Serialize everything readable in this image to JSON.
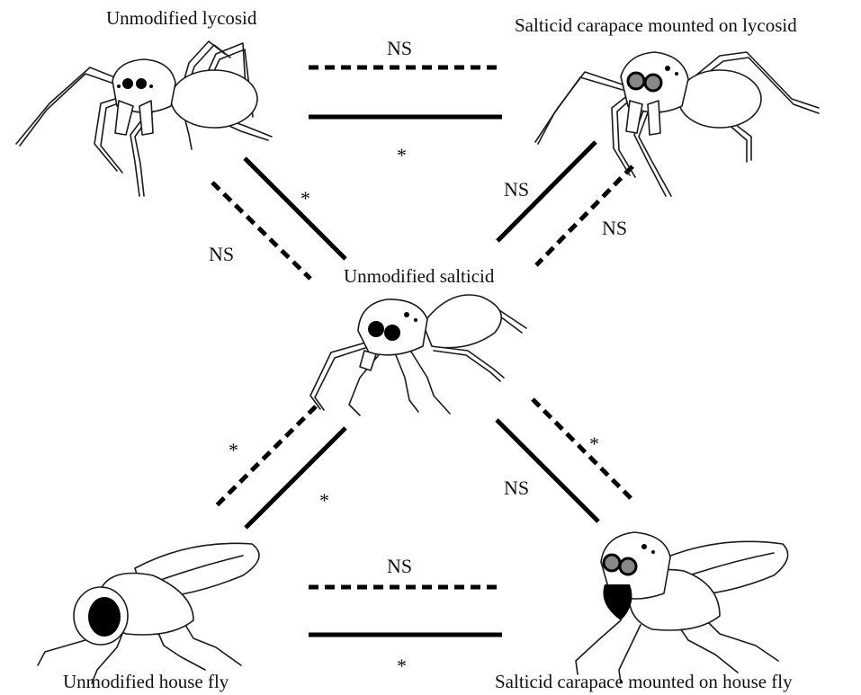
{
  "labels": {
    "unmodified_lycosid": "Unmodified lycosid",
    "salticid_on_lycosid": "Salticid carapace mounted on lycosid",
    "unmodified_salticid": "Unmodified salticid",
    "unmodified_house_fly": "Unmodified house fly",
    "salticid_on_house_fly": "Salticid carapace mounted on house fly"
  },
  "comparisons": {
    "top_dashed": "NS",
    "top_solid": "*",
    "upper_left_solid": "*",
    "upper_left_dashed": "NS",
    "upper_right_solid": "NS",
    "upper_right_dashed": "NS",
    "lower_left_dashed": "*",
    "lower_left_solid": "*",
    "lower_right_solid": "NS",
    "lower_right_dashed": "*",
    "bottom_dashed": "NS",
    "bottom_solid": "*"
  },
  "colors": {
    "ink": "#000000",
    "background": "#ffffff",
    "lens": "#888888"
  }
}
